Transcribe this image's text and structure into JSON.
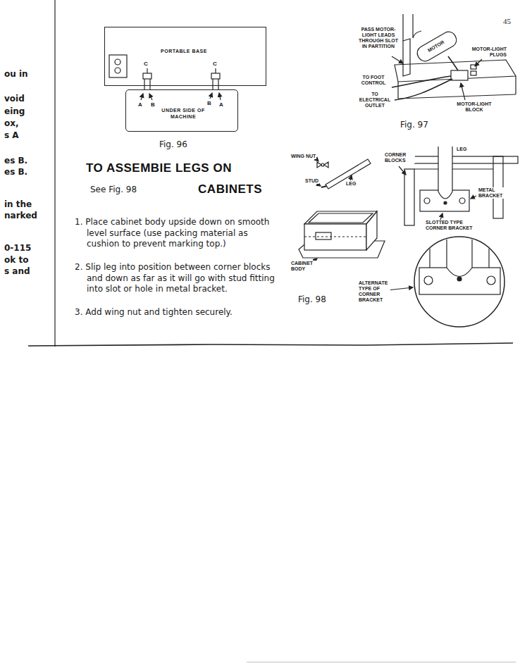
{
  "diagram": {
    "title": "TO ASSEMBIE LEGS ON CABINETS",
    "nodes": [
      {
        "text": [
          "PORTABLE BASE"
        ]
      },
      {
        "text": [
          "UNDER SIDE OF MACHINE"
        ]
      }
    ],
    "labels": [
      "45",
      "ou in",
      "void",
      "eing",
      "ox,",
      "s A",
      "es B.",
      "es B.",
      "in the",
      "narked",
      "0-115",
      "ok to",
      "s and",
      "C",
      "C",
      "A",
      "B",
      "B",
      "A",
      "Fig. 96",
      "See Fig. 98",
      "1. Place cabinet body upside down on smooth level surface (use packing material as cushion to prevent marking top.)",
      "2. Slip leg into position between corner blocks and down as far as it will go with stud fitting into slot or hole in metal bracket.",
      "3. Add wing nut and tighten securely.",
      "PASS MOTOR-LIGHT LEADS THROUGH SLOT IN PARTITION",
      "MOTOR",
      "MOTOR-LIGHT PLUGS",
      "TO FOOT CONTROL",
      "TO ELECTRICAL OUTLET",
      "MOTOR-LIGHT BLOCK",
      "Fig. 97",
      "WING NUT",
      "STUD",
      "LEG",
      "CABINET BODY",
      "Fig. 98",
      "ALTERNATE TYPE OF CORNER BRACKET",
      "CORNER BLOCKS",
      "LEG",
      "METAL BRACKET",
      "SLOTTED TYPE CORNER BRACKET"
    ]
  }
}
